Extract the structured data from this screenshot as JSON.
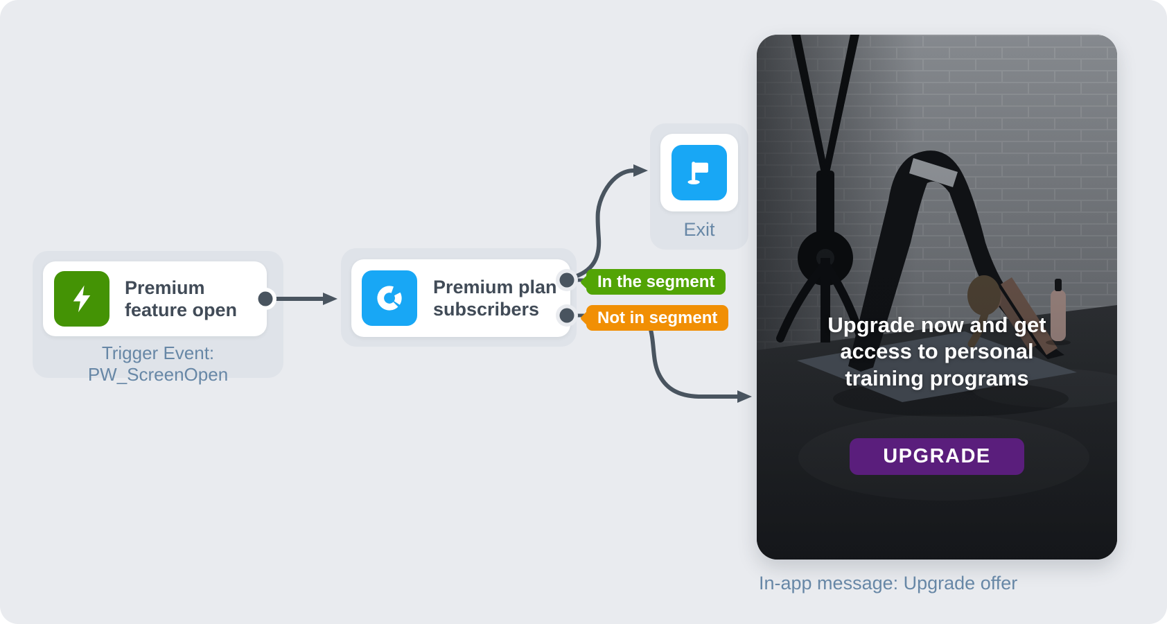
{
  "flow": {
    "trigger_node": {
      "title": "Premium feature open",
      "caption": "Trigger Event: PW_ScreenOpen",
      "icon": "lightning-bolt-icon",
      "icon_bg": "#449305"
    },
    "segment_node": {
      "title": "Premium plan subscribers",
      "icon": "segment-donut-icon",
      "icon_bg": "#18A7F5"
    },
    "branches": {
      "in_segment": {
        "label": "In the segment",
        "color": "#52A405"
      },
      "not_in_segment": {
        "label": "Not in segment",
        "color": "#F18F04"
      }
    },
    "exit_node": {
      "label": "Exit",
      "icon": "flag-icon",
      "icon_bg": "#18A7F5"
    },
    "preview": {
      "headline": "Upgrade now and get access to personal training programs",
      "button_label": "UPGRADE",
      "button_color": "#5A1E7C",
      "caption": "In-app message: Upgrade offer"
    },
    "colors": {
      "canvas_bg": "#E9EBEF",
      "node_group_bg": "#DFE3E9",
      "connector": "#49545F",
      "node_title_text": "#414B57",
      "caption_text": "#6787A6"
    }
  }
}
